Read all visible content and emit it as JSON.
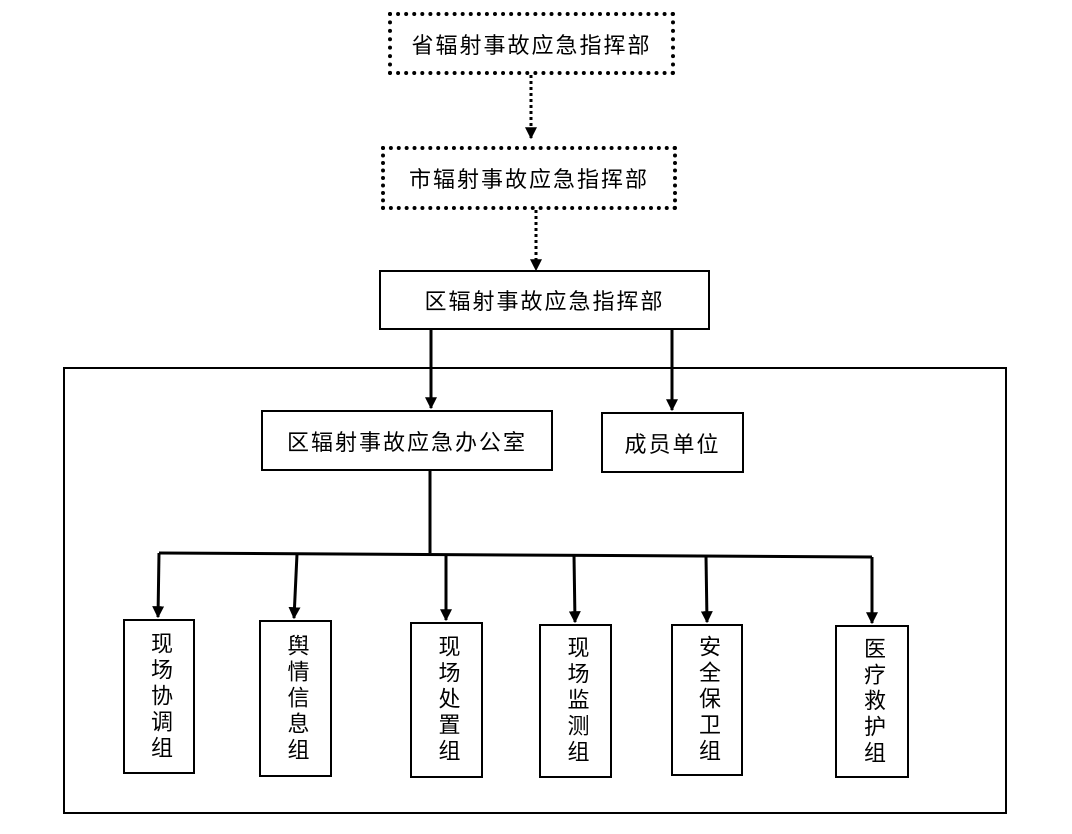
{
  "diagram": {
    "province_hq": "省辐射事故应急指挥部",
    "city_hq": "市辐射事故应急指挥部",
    "district_hq": "区辐射事故应急指挥部",
    "district_office": "区辐射事故应急办公室",
    "member_units": "成员单位",
    "groups": [
      "现场协调组",
      "舆情信息组",
      "现场处置组",
      "现场监测组",
      "安全保卫组",
      "医疗救护组"
    ]
  }
}
